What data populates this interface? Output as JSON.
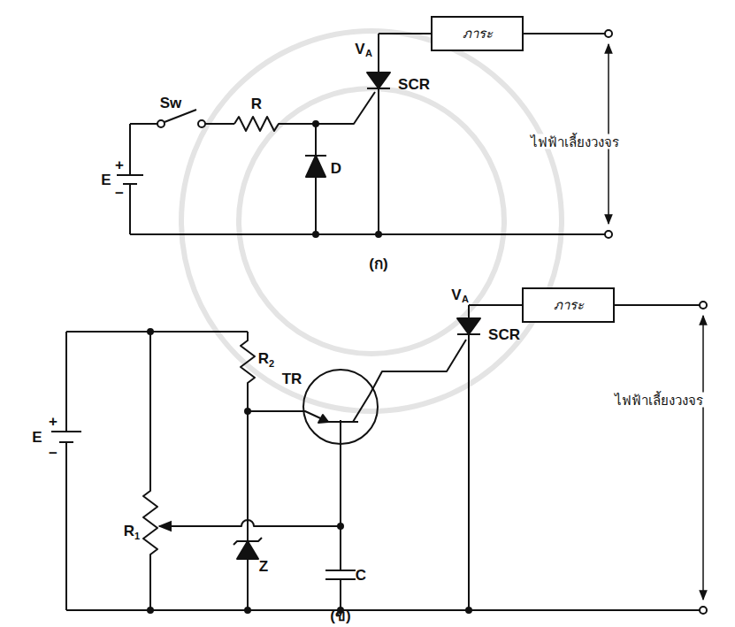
{
  "diagram": {
    "nodes": [
      {
        "text": [
          "ภาระ"
        ]
      },
      {
        "text": [
          "ภาระ"
        ]
      }
    ],
    "labels": [
      "E",
      "+",
      "−",
      "Sw",
      "R",
      "D",
      "V",
      "A",
      "SCR",
      "ไฟฟ้าเลี้ยงวงจร",
      "(ก)",
      "E",
      "+",
      "−",
      "R",
      "2",
      "R",
      "1",
      "Z",
      "C",
      "TR",
      "V",
      "A",
      "SCR",
      "ไฟฟ้าเลี้ยงวงจร",
      "(ข)"
    ]
  }
}
